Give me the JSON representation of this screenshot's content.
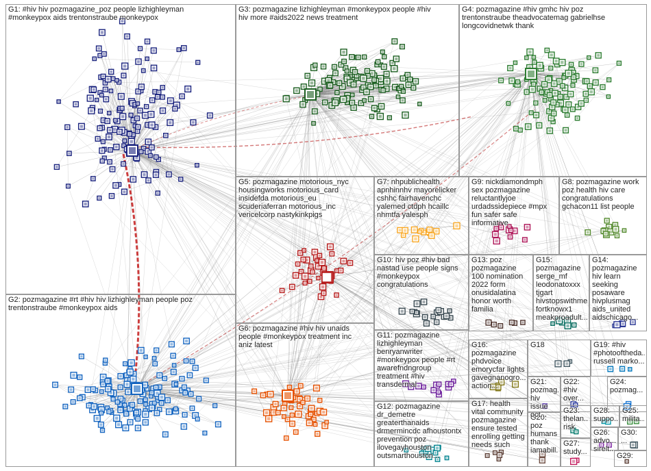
{
  "groups": [
    {
      "id": "G1",
      "label": "G1: #hiv hiv pozmagazine_poz people lizhighleyman\n#monkeypox aids trentonstraube monkeypox",
      "color": "#1a237e"
    },
    {
      "id": "G2",
      "label": "G2: pozmagazine #rt #hiv hiv lizhighleyman people poz\ntrentonstraube #monkeypox aids",
      "color": "#1565c0"
    },
    {
      "id": "G3",
      "label": "G3: pozmagazine lizhighleyman #monkeypox people #hiv\nhiv more #aids2022 news treatment",
      "color": "#1b5e20"
    },
    {
      "id": "G4",
      "label": "G4: pozmagazine #hiv gmhc hiv poz\ntrentonstraube theadvocatemag gabrielhse\nlongcovidnetwk thank",
      "color": "#2e7d32"
    },
    {
      "id": "G5",
      "label": "G5: pozmagazine motorious_nyc\nhousingworks motorious_card\ninsidefda motorious_eu\nscuderiaferran motorious_inc\nvericelcorp nastykinkpigs",
      "color": "#b71c1c"
    },
    {
      "id": "G6",
      "label": "G6: pozmagazine #hiv hiv unaids\npeople #monkeypox treatment inc\naniz latest",
      "color": "#e65100"
    },
    {
      "id": "G7",
      "label": "G7: nhpublichealth\napnhinnhv mayorelicker\ncshhc fairhavenchc\nyalemed ctdph hcaillc\nnhmtfa yalesph",
      "color": "#f9a825"
    },
    {
      "id": "G8",
      "label": "G8: pozmagazine work\npoz health hiv care\ncongratulations\ngchacon11 list people",
      "color": "#558b2f"
    },
    {
      "id": "G9",
      "label": "G9: nickdiamondmph\nsex pozmagazine\nreluctantlyjoe\nurdadssidepiece #mpx\nfun safer safe\ninformative",
      "color": "#ad1457"
    },
    {
      "id": "G10",
      "label": "G10: hiv poz #hiv bad\nnastad use people signs\n#monkeypox\ncongratulations",
      "color": "#37474f"
    },
    {
      "id": "G11",
      "label": "G11: pozmagazine\nlizhighleyman\nbenryanwriter\n#monkeypox people #rt\nawarefndngroup\ntreatment #hiv\ntransdermal",
      "color": "#6a1b9a"
    },
    {
      "id": "G12",
      "label": "G12: pozmagazine\ndr_demetre\ngreaterthanaids\ndrmermincdc afhoustontx\nprevention poz\nilovegayhouston\noutsmarthouston...",
      "color": "#00838f"
    },
    {
      "id": "G13",
      "label": "G13: poz\npozmagazine\n100 nomination\n2022 form\nonusidalatina\nhonor worth\nfamilia",
      "color": "#4e342e"
    },
    {
      "id": "G14",
      "label": "G14:\npozmagazine\nhiv learn\nseeking\nposaware\nhivplusmag\naids_united\naidschicago...",
      "color": "#283593"
    },
    {
      "id": "G15",
      "label": "G15:\npozmagazine\nserge_mf\nleodonatoxxx\ntjgart\nhivstopswithme\nfortknowx1\nmeakproadult...",
      "color": "#00695c"
    },
    {
      "id": "G16",
      "label": "G16:\npozmagazine\nphdvoice\nemorycfar lights\ngavegnanogro...\naction...",
      "color": "#827717"
    },
    {
      "id": "G17",
      "label": "G17: health\nvital community\npozmagazine\nensure tested\nenrolling getting\nneeds such",
      "color": "#5d4037"
    },
    {
      "id": "G18",
      "label": "G18",
      "color": "#455a64"
    },
    {
      "id": "G19",
      "label": "G19: #hiv\n#photooftheda...\nrussell marko...",
      "color": "#0277bd"
    },
    {
      "id": "G20",
      "label": "G20: poz\nhumans\nthank\niamabill...",
      "color": "#6d4c41"
    },
    {
      "id": "G21",
      "label": "G21:\npozmag...\nhiv issue\noct...",
      "color": "#512da8"
    },
    {
      "id": "G22",
      "label": "G22: #hiv\nover...",
      "color": "#303f9f"
    },
    {
      "id": "G23",
      "label": "G23:\nthelan...\nrisk",
      "color": "#00796b"
    },
    {
      "id": "G24",
      "label": "G24:\npozmag...",
      "color": "#1976d2"
    },
    {
      "id": "G25",
      "label": "G25:\nmilita...",
      "color": "#388e3c"
    },
    {
      "id": "G26",
      "label": "G26:\nadvo...\nsirelt...",
      "color": "#7b1fa2"
    },
    {
      "id": "G27",
      "label": "G27:\nstudy...",
      "color": "#c2185b"
    },
    {
      "id": "G28",
      "label": "G28:\nsuppo...",
      "color": "#0097a7"
    },
    {
      "id": "G29",
      "label": "G29:",
      "color": "#5d4037"
    },
    {
      "id": "G30",
      "label": "G30:\n...",
      "color": "#455a64"
    }
  ],
  "styles": {
    "edge_color": "#7a7a7a",
    "self_loop_color": "#c62828",
    "cross_cluster_color": "#b71c1c",
    "box_border": "#999999"
  }
}
